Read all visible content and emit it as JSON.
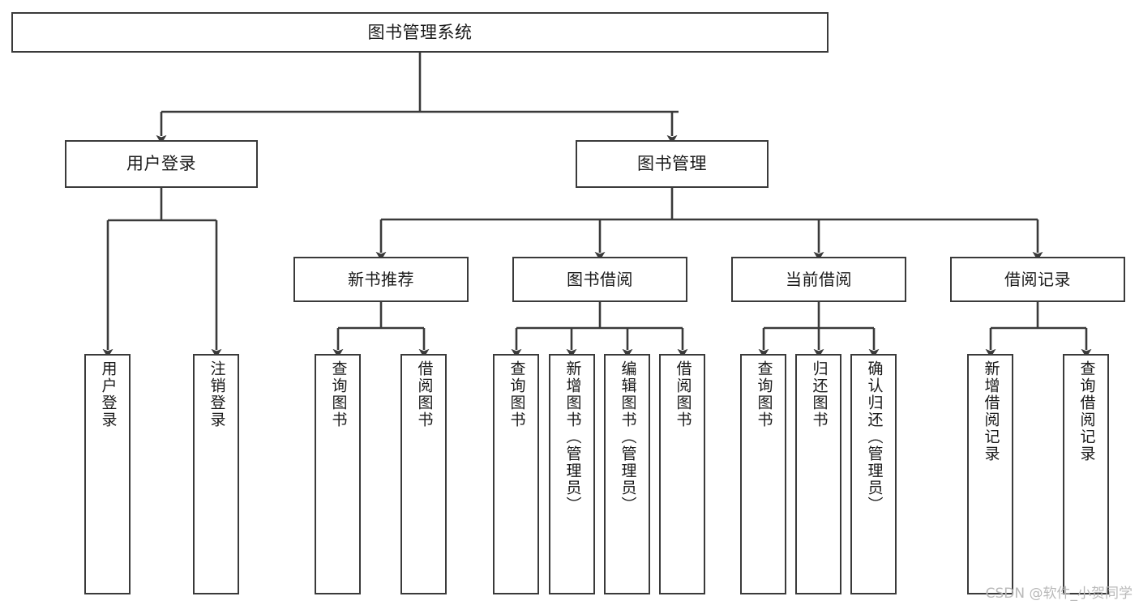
{
  "diagram": {
    "title": "图书管理系统",
    "type": "tree-hierarchy-chart",
    "colors": {
      "stroke": "#3a3a3a",
      "fill": "#ffffff",
      "text": "#1a1a1a",
      "watermark": "#b9b9b9"
    },
    "nodes": {
      "root": {
        "label": "图书管理系统"
      },
      "level2": [
        {
          "label": "用户登录"
        },
        {
          "label": "图书管理"
        }
      ],
      "level3": [
        {
          "label": "新书推荐"
        },
        {
          "label": "图书借阅"
        },
        {
          "label": "当前借阅"
        },
        {
          "label": "借阅记录"
        }
      ],
      "leaves": [
        {
          "label": "用户登录"
        },
        {
          "label": "注销登录"
        },
        {
          "label": "查询图书"
        },
        {
          "label": "借阅图书"
        },
        {
          "label": "查询图书"
        },
        {
          "label": "新增图书（管理员）"
        },
        {
          "label": "编辑图书（管理员）"
        },
        {
          "label": "借阅图书"
        },
        {
          "label": "查询图书"
        },
        {
          "label": "归还图书"
        },
        {
          "label": "确认归还（管理员）"
        },
        {
          "label": "新增借阅记录"
        },
        {
          "label": "查询借阅记录"
        }
      ]
    }
  },
  "watermark": {
    "text": "CSDN @软件_小贺同学"
  }
}
